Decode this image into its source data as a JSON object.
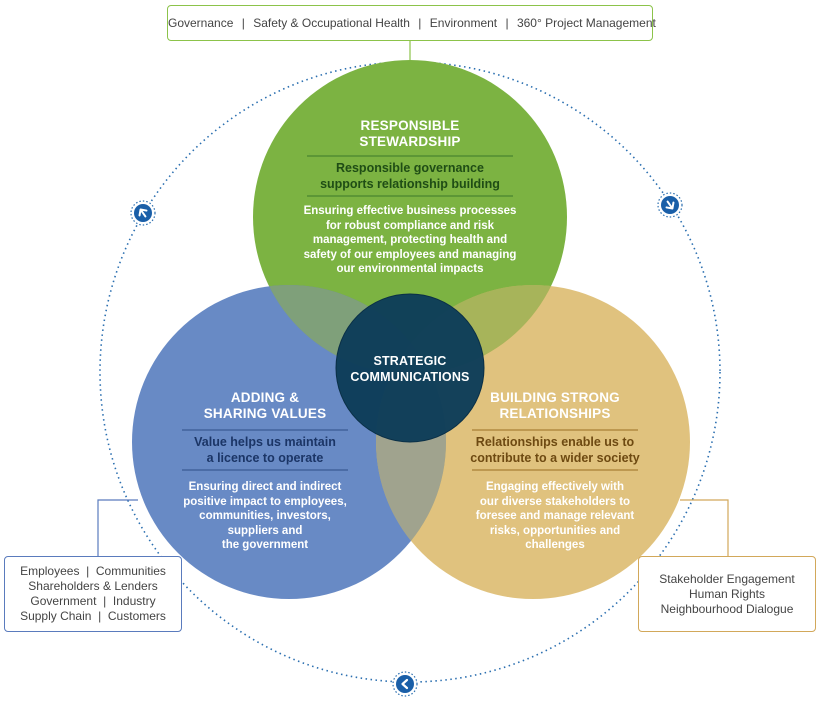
{
  "top_box": {
    "items": [
      "Governance",
      "Safety & Occupational Health",
      "Environment",
      "360° Project Management"
    ],
    "separator": "|"
  },
  "left_box": {
    "lines": [
      "Employees  |  Communities",
      "Shareholders & Lenders",
      "Government  |  Industry",
      "Supply Chain  |  Customers"
    ]
  },
  "right_box": {
    "lines": [
      "Stakeholder Engagement",
      "Human Rights",
      "Neighbourhood Dialogue"
    ]
  },
  "green_circle": {
    "title": [
      "RESPONSIBLE",
      "STEWARDSHIP"
    ],
    "subtitle": [
      "Responsible governance",
      "supports relationship building"
    ],
    "body": [
      "Ensuring effective business processes",
      "for robust compliance and risk",
      "management, protecting health and",
      "safety of our employees and managing",
      "our environmental impacts"
    ]
  },
  "blue_circle": {
    "title": [
      "ADDING &",
      "SHARING VALUES"
    ],
    "subtitle": [
      "Value helps us maintain",
      "a licence to operate"
    ],
    "body": [
      "Ensuring direct and indirect",
      "positive impact to employees,",
      "communities, investors,",
      "suppliers and",
      "the government"
    ]
  },
  "gold_circle": {
    "title": [
      "BUILDING STRONG",
      "RELATIONSHIPS"
    ],
    "subtitle": [
      "Relationships enable us to",
      "contribute to a wider society"
    ],
    "body": [
      "Engaging effectively with",
      "our diverse stakeholders to",
      "foresee and manage relevant",
      "risks, opportunities and",
      "challenges"
    ]
  },
  "center": {
    "title": [
      "STRATEGIC",
      "COMMUNICATIONS"
    ]
  },
  "colors": {
    "green": "#7cb342",
    "blue": "#5b80c0",
    "gold": "#d9b462",
    "center": "#0d3d59",
    "cycle": "#2b6fb0"
  },
  "cycle_arrows": [
    "arrow-up-left-icon",
    "arrow-down-right-icon",
    "arrow-left-icon"
  ]
}
